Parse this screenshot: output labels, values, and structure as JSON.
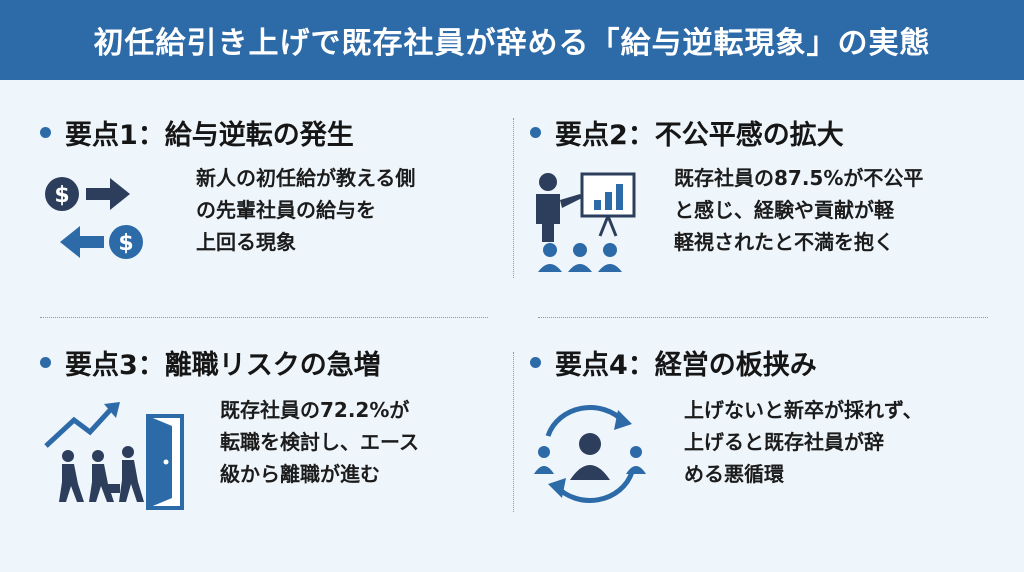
{
  "header": {
    "title": "初任給引き上げで既存社員が辞める「給与逆転現象」の実態"
  },
  "points": [
    {
      "title": "要点1：給与逆転の発生",
      "lines": [
        "新人の初任給が教える側",
        "の先輩社員の給与を",
        "上回る現象"
      ],
      "icon": "money-exchange-icon"
    },
    {
      "title": "要点2：不公平感の拡大",
      "lines": [
        "既存社員の87.5%が不公平",
        "と感じ、経験や貢献が軽",
        "軽視されたと不満を抱く"
      ],
      "icon": "presentation-audience-icon"
    },
    {
      "title": "要点3：離職リスクの急増",
      "lines": [
        "既存社員の72.2%が",
        "転職を検討し、エース",
        "級から離職が進む"
      ],
      "icon": "people-leaving-door-icon"
    },
    {
      "title": "要点4：経営の板挟み",
      "lines": [
        "上げないと新卒が採れず、",
        "上げると既存社員が辞",
        "める悪循環"
      ],
      "icon": "vicious-cycle-icon"
    }
  ],
  "colors": {
    "accent": "#2d6aa8",
    "dark": "#2c3e5c",
    "background": "#eef5fb"
  }
}
